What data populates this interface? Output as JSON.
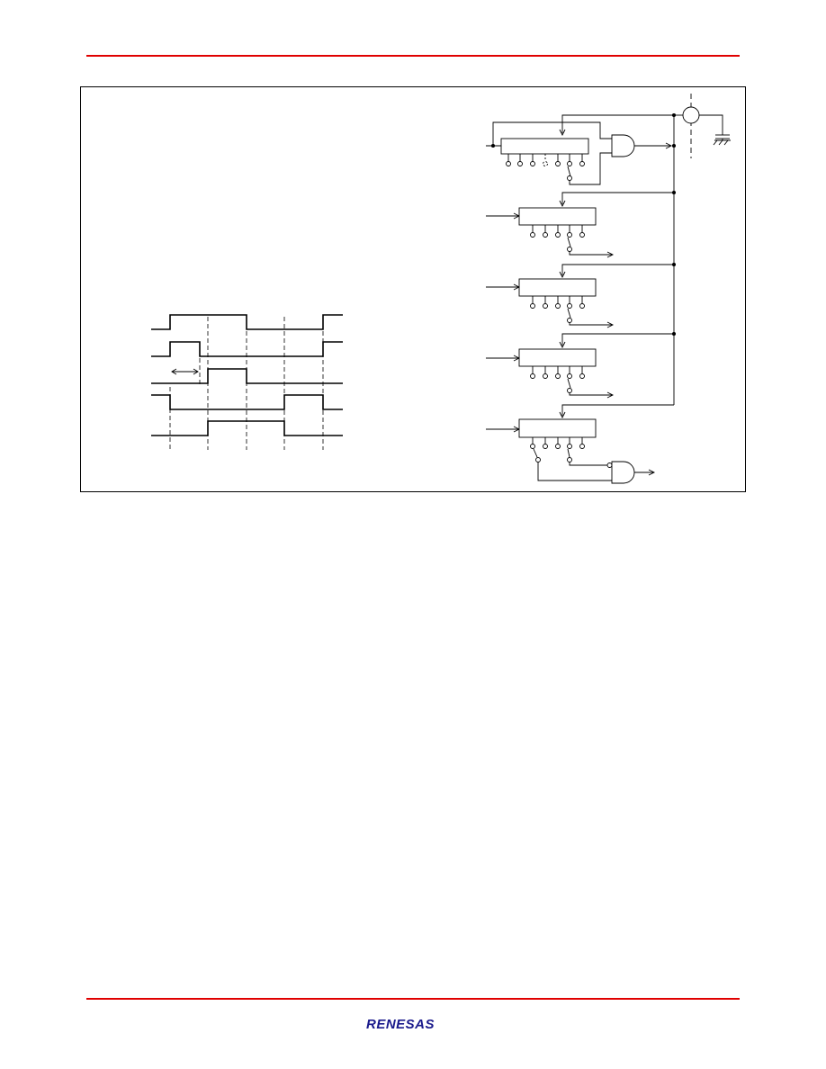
{
  "colors": {
    "rule": "#e00000",
    "brand": "#1a1a8c",
    "line": "#000000"
  },
  "footer": {
    "logo_text": "RENESAS"
  },
  "figure": {
    "timing_signals": 5,
    "counter_blocks": 5,
    "components": [
      "timing-diagram",
      "counter-chain",
      "and-gates",
      "capacitor",
      "oscillator-node"
    ]
  }
}
